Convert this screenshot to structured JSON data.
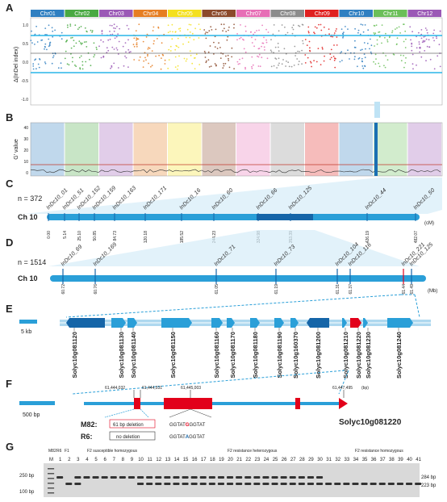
{
  "panels": {
    "a": "A",
    "b": "B",
    "c": "C",
    "d": "D",
    "e": "E",
    "f": "F",
    "g": "G"
  },
  "colors": {
    "chr": [
      "#2f7fc1",
      "#49a942",
      "#9b59b6",
      "#e67e22",
      "#f4e01e",
      "#8b4a2b",
      "#e76fb6",
      "#8c8c8c",
      "#e0201f",
      "#2f7fc1",
      "#6bbf59",
      "#9b59b6"
    ],
    "accent_blue": "#2a9fd8",
    "dark_blue": "#1565a8",
    "red": "#e2001a",
    "thresh": "#c0392b"
  },
  "panelA": {
    "chromosomes": [
      "Chr01",
      "Chr02",
      "Chr03",
      "Chr04",
      "Chr05",
      "Chr06",
      "Chr07",
      "Chr08",
      "Chr09",
      "Chr10",
      "Chr11",
      "Chr12"
    ],
    "ylabel": "Δ(InDel index)",
    "yticks": [
      "1.0",
      "0.5",
      "0.0",
      "-0.5",
      "-1.0"
    ]
  },
  "panelB": {
    "ylabel": "G' value",
    "yticks": [
      "40",
      "30",
      "20",
      "10",
      "0"
    ]
  },
  "panelC": {
    "n_label": "n = 372",
    "chrom": "Ch 10",
    "unit": "(cM)",
    "markers": [
      "InDc10_01",
      "InDc10_51",
      "InDc10_152",
      "InDc10_159",
      "InDc10_163",
      "InDc10_171",
      "InDc10_16",
      "InDc10_60",
      "InDc10_66",
      "InDc10_125",
      "InDc10_44",
      "InDc10_50"
    ],
    "values": [
      "0.00",
      "5.14",
      "25.10",
      "50.85",
      "84.73",
      "120.18",
      "185.52",
      "244.23",
      "324.98",
      "353.39",
      "426.19",
      "482.07"
    ]
  },
  "panelD": {
    "n_label": "n = 1514",
    "chrom": "Ch 10",
    "unit": "(Mb)",
    "markers": [
      "InDc10_69",
      "InDc10_169",
      "InDc10_71",
      "InDc10_73",
      "InDc10_104",
      "InDc10_116",
      "InDc10_221",
      "InDc10_125"
    ],
    "values": [
      "60.72",
      "60.76",
      "61.05",
      "61.19",
      "61.31",
      "61.37",
      "61.44",
      "61.49"
    ]
  },
  "panelE": {
    "scale": "5 kb",
    "genes": [
      "Solyc10g081120",
      "Solyc10g081130",
      "Solyc10g081140",
      "Solyc10g081150",
      "Solyc10g081160",
      "Solyc10g081170",
      "Solyc10g081180",
      "Solyc10g081190",
      "Solyc10g160370",
      "Solyc10g081200",
      "Solyc10g081210",
      "Solyc10g081220",
      "Solyc10g081230",
      "Solyc10g081240"
    ]
  },
  "panelF": {
    "scale": "500 bp",
    "positions": [
      "61,444,032",
      "61,444,531",
      "61,445,003",
      "61,447,495"
    ],
    "unit": "(bp)",
    "m82_label": "M82:",
    "r6_label": "R6:",
    "deletion": "61 bp deletion",
    "no_deletion": "no deletion",
    "m82_seq_a": "GGTAT",
    "m82_seq_b": "G",
    "m82_seq_c": "GGTAT",
    "r6_seq_a": "GGTAT",
    "r6_seq_b": "A",
    "r6_seq_c": "GGTAT",
    "gene": "Solyc10g081220"
  },
  "panelG": {
    "lane_labels": [
      "M",
      "1",
      "2",
      "3",
      "4",
      "5",
      "6",
      "7",
      "8",
      "9",
      "10",
      "11",
      "12",
      "13",
      "14",
      "15",
      "16",
      "17",
      "18",
      "19",
      "20",
      "21",
      "22",
      "23",
      "24",
      "25",
      "26",
      "27",
      "28",
      "29",
      "30",
      "31",
      "32",
      "33",
      "34",
      "35",
      "36",
      "37",
      "38",
      "39",
      "40",
      "41"
    ],
    "top_labels": [
      "M82",
      "R6",
      "F1",
      "F2 susceptible homozygous",
      "F2 resistance heterozygous",
      "F2 resistance homozygous"
    ],
    "marker_bands": [
      "250 bp",
      "100 bp"
    ],
    "band_labels": [
      "284 bp",
      "223 bp"
    ]
  }
}
